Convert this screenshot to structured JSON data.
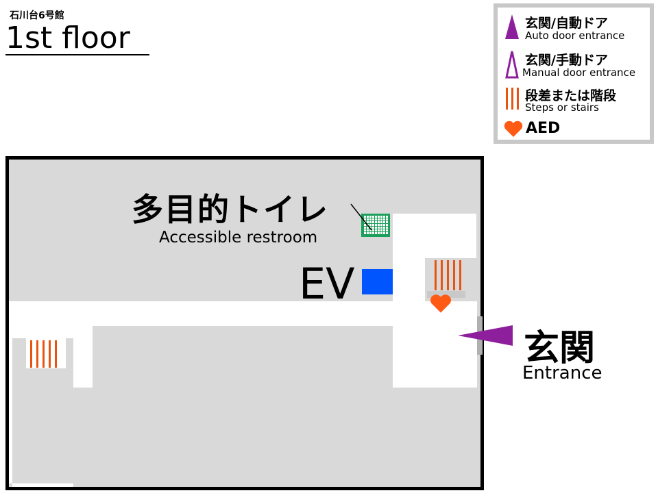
{
  "header": {
    "building_name": "石川台6号館",
    "floor": "1st floor"
  },
  "legend": {
    "auto_door": {
      "jp": "玄関/自動ドア",
      "en": "Auto door entrance",
      "icon": "filled-triangle-icon"
    },
    "manual_door": {
      "jp": "玄関/手動ドア",
      "en": "Manual door entrance",
      "icon": "outline-triangle-icon"
    },
    "stairs": {
      "jp": "段差または階段",
      "en": "Steps or stairs",
      "icon": "stairs-icon"
    },
    "aed": {
      "label": "AED",
      "icon": "heart-icon"
    }
  },
  "map": {
    "restroom": {
      "jp": "多目的トイレ",
      "en": "Accessible restroom"
    },
    "elevator": "EV",
    "entrance": {
      "jp": "玄関",
      "en": "Entrance"
    }
  },
  "colors": {
    "door": "#8e1f9c",
    "stairs": "#e8540f",
    "aed": "#ff5a14",
    "elevator": "#0055ff",
    "restroom": "#1aa05a",
    "floor": "#d9d9d9",
    "wall": "#000000"
  }
}
